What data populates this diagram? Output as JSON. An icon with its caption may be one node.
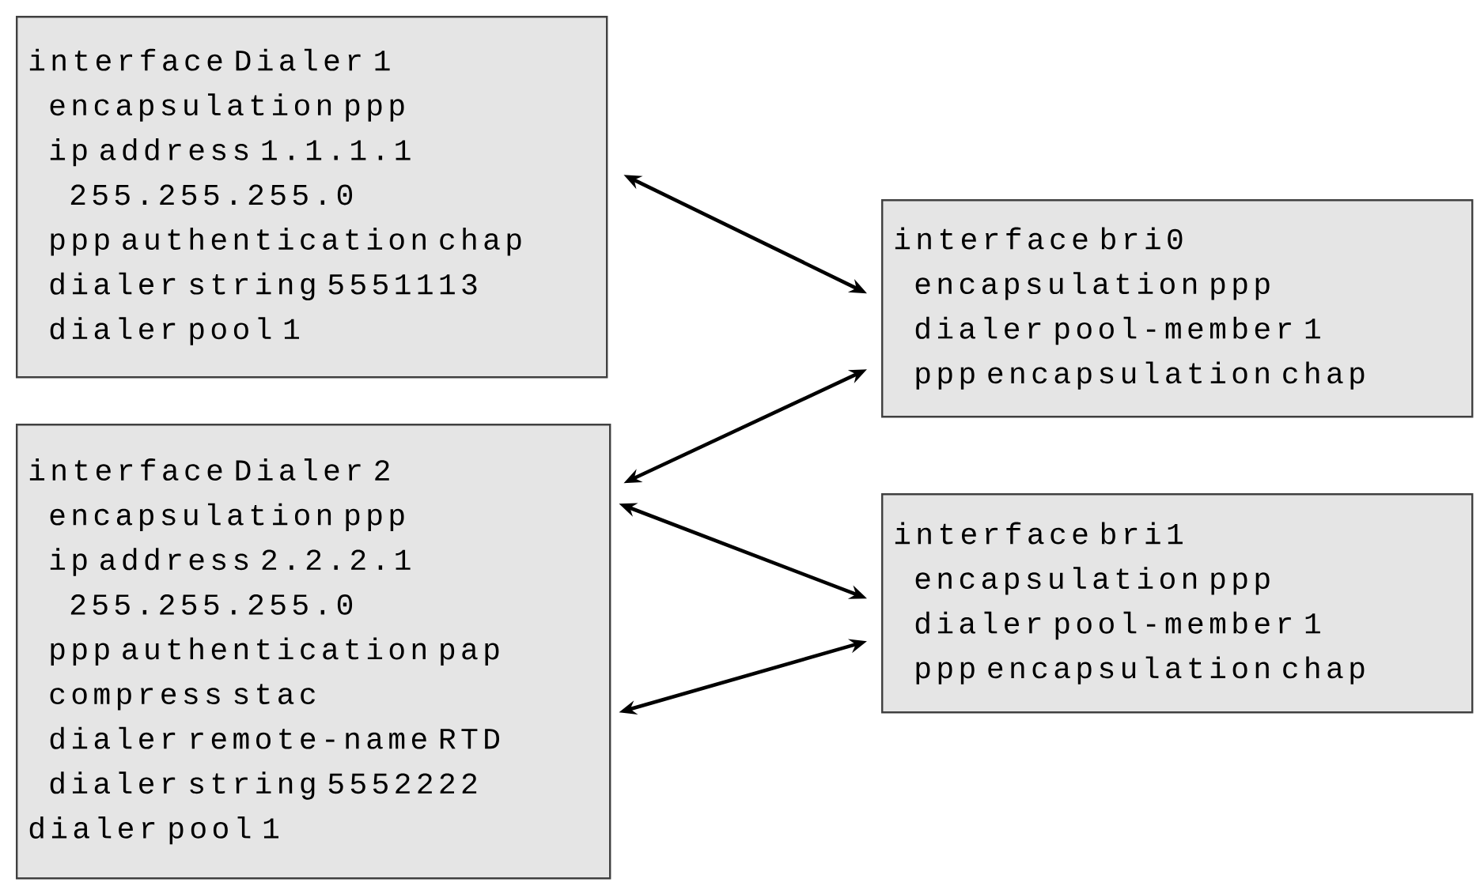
{
  "diagram": {
    "nodes": [
      {
        "text": [
          "interface Dialer 1",
          "encapsulation ppp",
          "ip address 1.1.1.1",
          "255.255.255.0",
          "ppp authentication chap",
          "dialer string 5551113",
          "dialer pool 1"
        ]
      },
      {
        "text": [
          "interface bri0",
          "encapsulation ppp",
          "dialer pool-member 1",
          "ppp encapsulation chap"
        ]
      },
      {
        "text": [
          "interface Dialer 2",
          "encapsulation ppp",
          "ip address 2.2.2.1",
          "255.255.255.0",
          "ppp authentication pap",
          "compress stac",
          "dialer remote-name RTD",
          "dialer string 5552222",
          "dialer pool 1"
        ]
      },
      {
        "text": [
          "interface bri1",
          "encapsulation ppp",
          "dialer pool-member 1",
          "ppp encapsulation chap"
        ]
      }
    ],
    "edges": [
      {
        "from": 0,
        "to": 1,
        "arrow": "both"
      },
      {
        "from": 2,
        "to": 1,
        "arrow": "both"
      },
      {
        "from": 2,
        "to": 3,
        "arrow": "both"
      },
      {
        "from": 2,
        "to": 3,
        "arrow": "both"
      }
    ]
  }
}
